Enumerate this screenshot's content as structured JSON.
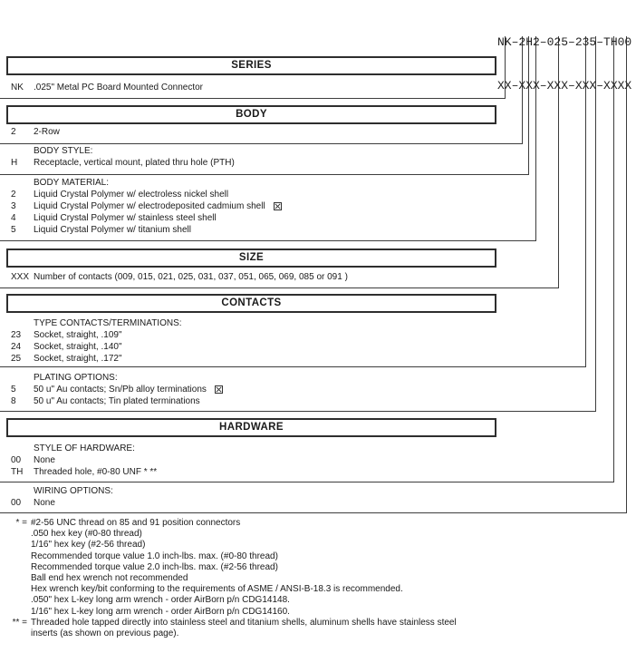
{
  "page": {
    "part_number_example": "NK–2H2–025–235–TH00",
    "part_number_mask": "XX–XXX–XXX–XXX–XXXX"
  },
  "sections": {
    "series": {
      "title": "SERIES",
      "rows": [
        {
          "code": "NK",
          "desc": ".025\" Metal PC Board Mounted Connector"
        }
      ]
    },
    "body": {
      "title": "BODY",
      "rows": [
        {
          "code": "2",
          "desc": "2-Row"
        }
      ],
      "style": {
        "label": "BODY STYLE:",
        "rows": [
          {
            "code": "H",
            "desc": "Receptacle, vertical mount, plated thru hole (PTH)"
          }
        ]
      },
      "material": {
        "label": "BODY MATERIAL:",
        "rows": [
          {
            "code": "2",
            "desc": "Liquid Crystal Polymer w/ electroless nickel shell"
          },
          {
            "code": "3",
            "desc": "Liquid Crystal Polymer w/ electrodeposited cadmium shell",
            "flag": "boxed-x"
          },
          {
            "code": "4",
            "desc": "Liquid Crystal Polymer w/ stainless steel shell"
          },
          {
            "code": "5",
            "desc": "Liquid Crystal Polymer w/ titanium shell"
          }
        ]
      }
    },
    "size": {
      "title": "SIZE",
      "rows": [
        {
          "code": "XXX",
          "desc": "Number of contacts (009, 015, 021, 025, 031, 037, 051, 065, 069, 085 or 091 )"
        }
      ]
    },
    "contacts": {
      "title": "CONTACTS",
      "type": {
        "label": "TYPE CONTACTS/TERMINATIONS:",
        "rows": [
          {
            "code": "23",
            "desc": "Socket, straight, .109\""
          },
          {
            "code": "24",
            "desc": "Socket, straight, .140\""
          },
          {
            "code": "25",
            "desc": "Socket, straight, .172\""
          }
        ]
      },
      "plating": {
        "label": "PLATING OPTIONS:",
        "rows": [
          {
            "code": "5",
            "desc": "50 u\" Au contacts; Sn/Pb alloy terminations",
            "flag": "boxed-x"
          },
          {
            "code": "8",
            "desc": "50 u\" Au contacts; Tin plated terminations"
          }
        ]
      }
    },
    "hardware": {
      "title": "HARDWARE",
      "style": {
        "label": "STYLE OF HARDWARE:",
        "rows": [
          {
            "code": "00",
            "desc": "None"
          },
          {
            "code": "TH",
            "desc": "Threaded hole, #0-80 UNF * **"
          }
        ]
      },
      "wiring": {
        "label": "WIRING OPTIONS:",
        "rows": [
          {
            "code": "00",
            "desc": "None"
          }
        ]
      }
    }
  },
  "footnotes": [
    {
      "marker": "* =",
      "text": "#2-56 UNC thread on 85 and 91 position connectors"
    },
    {
      "marker": "",
      "text": ".050 hex key (#0-80 thread)"
    },
    {
      "marker": "",
      "text": "1/16\" hex key (#2-56 thread)"
    },
    {
      "marker": "",
      "text": "Recommended torque value 1.0 inch-lbs. max. (#0-80 thread)"
    },
    {
      "marker": "",
      "text": "Recommended torque value 2.0 inch-lbs. max. (#2-56 thread)"
    },
    {
      "marker": "",
      "text": "Ball end hex wrench not recommended"
    },
    {
      "marker": "",
      "text": "Hex wrench key/bit conforming to the requirements of ASME / ANSI-B-18.3 is recommended."
    },
    {
      "marker": "",
      "text": ".050\" hex L-key long arm wrench - order AirBorn p/n CDG14148."
    },
    {
      "marker": "",
      "text": "1/16\" hex L-key long arm wrench - order AirBorn p/n CDG14160."
    },
    {
      "marker": "** =",
      "text": "Threaded hole tapped directly into stainless steel and titanium shells, aluminum shells have stainless steel"
    },
    {
      "marker": "",
      "text": "inserts (as shown on previous page)."
    }
  ],
  "colors": {
    "background": "#ffffff",
    "text": "#1a1a1a",
    "line": "#3d3d3d",
    "border": "#2e2e2e"
  }
}
